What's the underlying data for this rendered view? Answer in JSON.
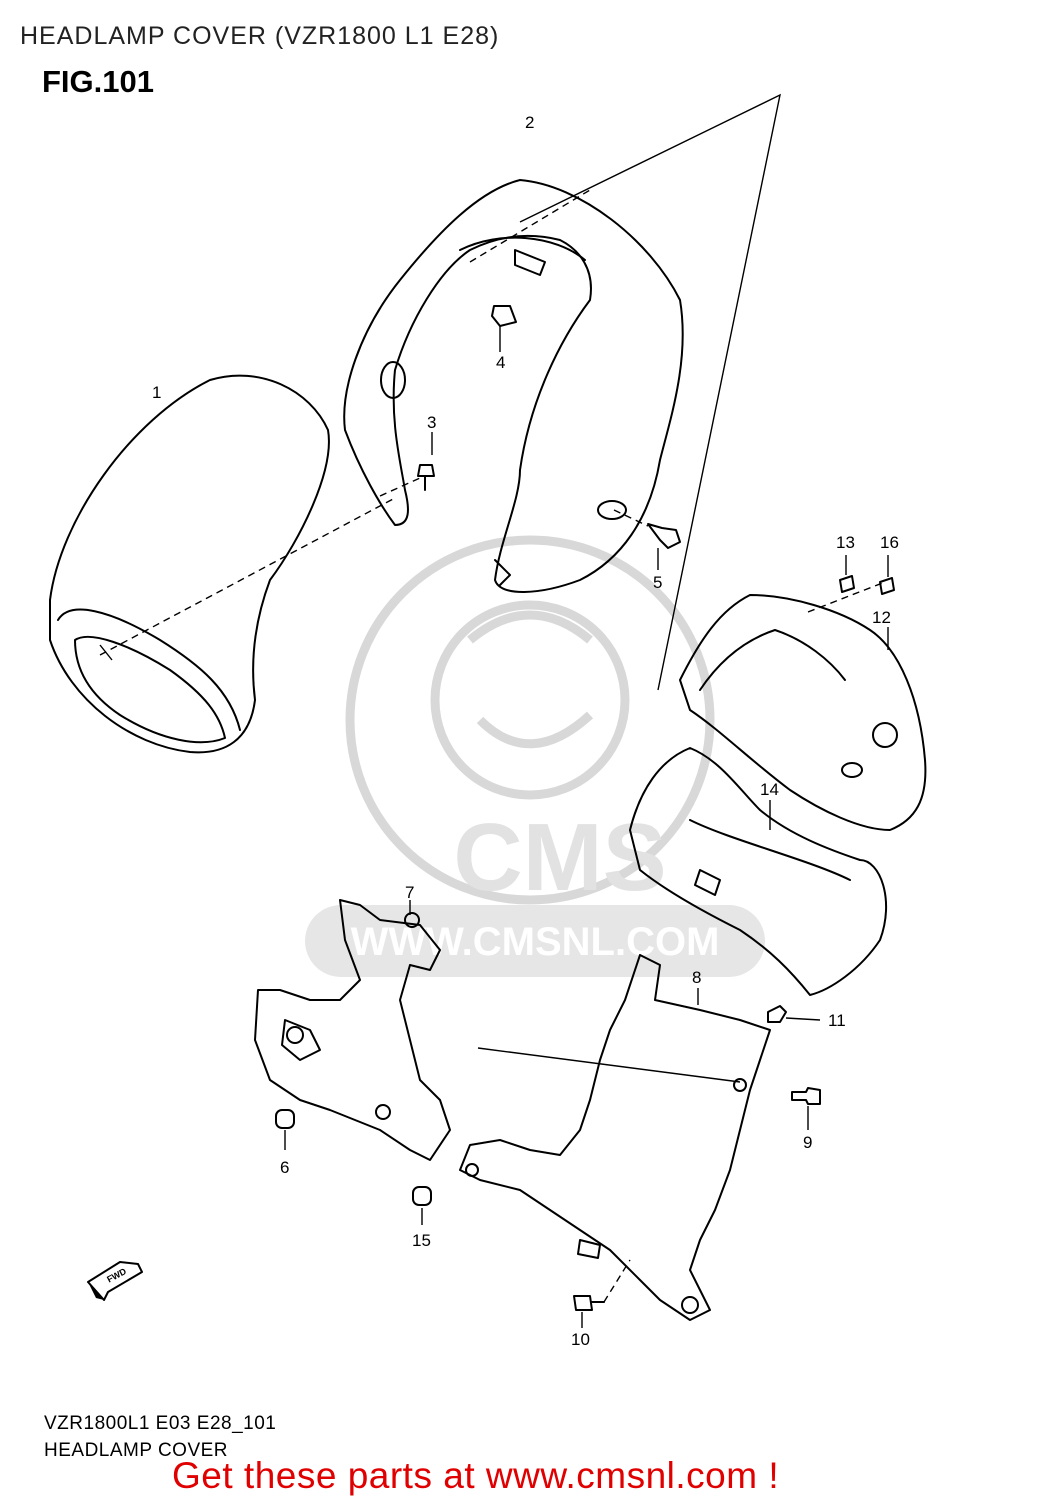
{
  "header": {
    "title": "HEADLAMP COVER (VZR1800 L1 E28)",
    "figure": "FIG.101"
  },
  "diagram": {
    "callouts": [
      "1",
      "2",
      "3",
      "4",
      "5",
      "6",
      "7",
      "8",
      "9",
      "10",
      "11",
      "12",
      "13",
      "14",
      "15",
      "16"
    ],
    "watermark_text": "WWW.CMSNL.COM",
    "watermark_logo": "CMS",
    "direction_arrow": "FWD"
  },
  "footer": {
    "code": "VZR1800L1 E03 E28_101",
    "name": "HEADLAMP COVER",
    "cta": "Get these parts at www.cmsnl.com !"
  },
  "colors": {
    "cta": "#e00000",
    "watermark": "#d8d8d8"
  }
}
